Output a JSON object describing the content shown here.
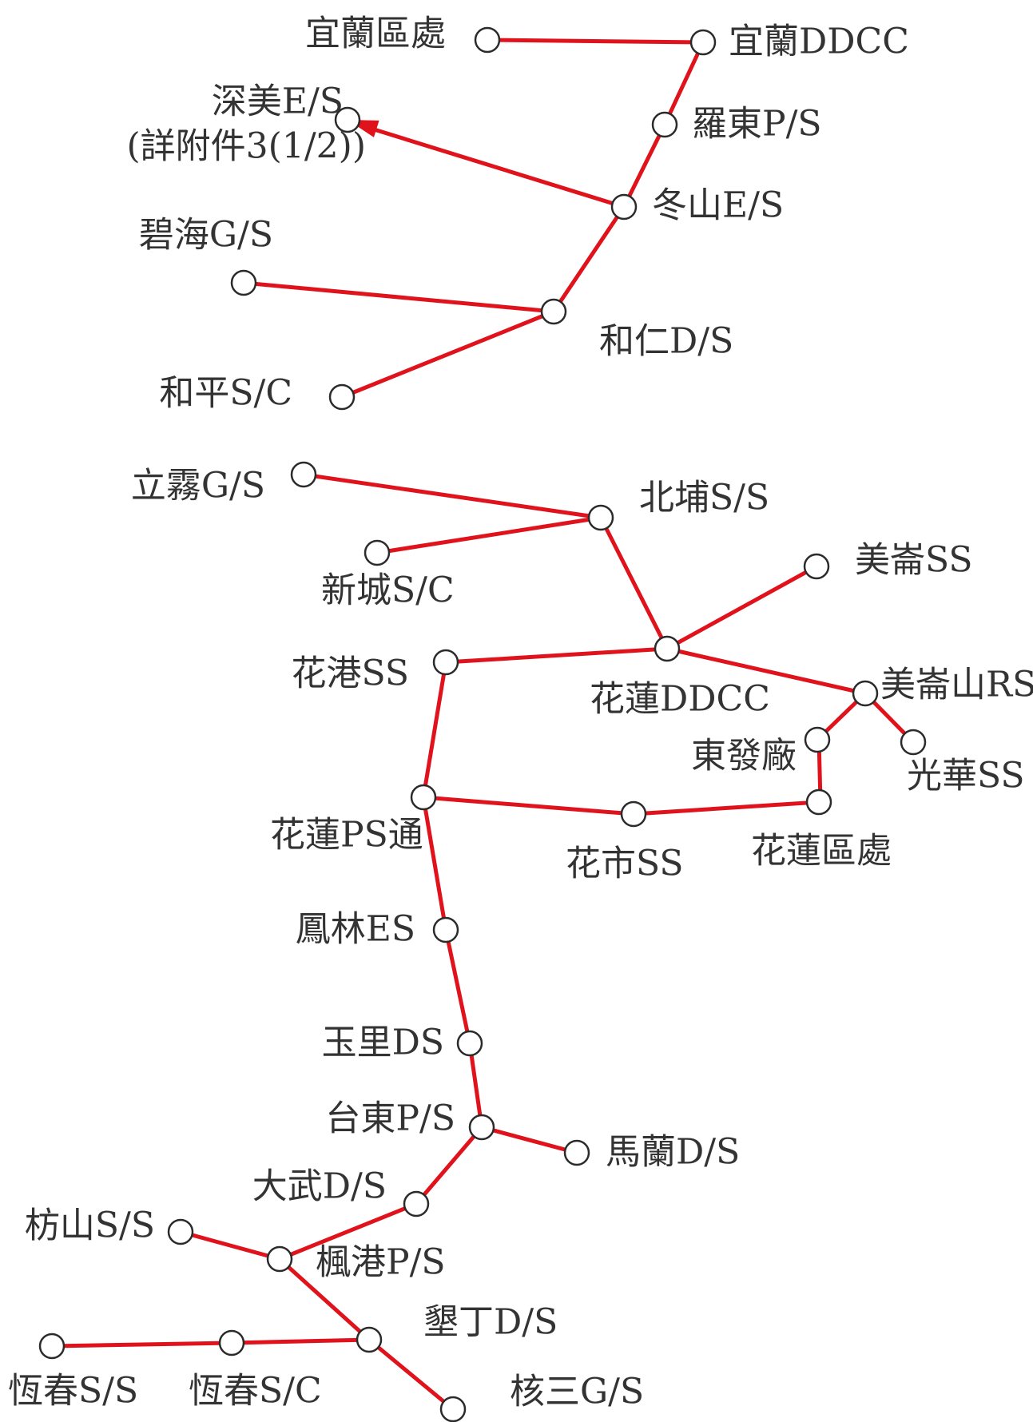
{
  "colors": {
    "line": "#e0121b",
    "node_stroke": "#2b2b2b",
    "text": "#333333"
  },
  "nodes": [
    {
      "id": "yilan-district",
      "label": "宜蘭區處"
    },
    {
      "id": "yilan-ddcc",
      "label": "宜蘭DDCC"
    },
    {
      "id": "luodong-ps",
      "label": "羅東P/S"
    },
    {
      "id": "dongshan-es",
      "label": "冬山E/S"
    },
    {
      "id": "shenmei-es",
      "label": "深美E/S"
    },
    {
      "id": "shenmei-note",
      "label": "(詳附件3(1/2))"
    },
    {
      "id": "bihai-gs",
      "label": "碧海G/S"
    },
    {
      "id": "heren-ds",
      "label": "和仁D/S"
    },
    {
      "id": "heping-sc",
      "label": "和平S/C"
    },
    {
      "id": "liwu-gs",
      "label": "立霧G/S"
    },
    {
      "id": "beipu-ss",
      "label": "北埔S/S"
    },
    {
      "id": "xincheng-sc",
      "label": "新城S/C"
    },
    {
      "id": "meilun-ss",
      "label": "美崙SS"
    },
    {
      "id": "huagang-ss",
      "label": "花港SS"
    },
    {
      "id": "hualien-ddcc",
      "label": "花蓮DDCC"
    },
    {
      "id": "meilunshan-rs",
      "label": "美崙山RS"
    },
    {
      "id": "dongfa-factory",
      "label": "東發廠"
    },
    {
      "id": "guanghua-ss",
      "label": "光華SS"
    },
    {
      "id": "hualien-ps",
      "label": "花蓮PS通"
    },
    {
      "id": "huashi-ss",
      "label": "花市SS"
    },
    {
      "id": "hualien-district",
      "label": "花蓮區處"
    },
    {
      "id": "fenglin-es",
      "label": "鳳林ES"
    },
    {
      "id": "yuli-ds",
      "label": "玉里DS"
    },
    {
      "id": "taitung-ps",
      "label": "台東P/S"
    },
    {
      "id": "malan-ds",
      "label": "馬蘭D/S"
    },
    {
      "id": "dawu-ds",
      "label": "大武D/S"
    },
    {
      "id": "fangshan-ss",
      "label": "枋山S/S"
    },
    {
      "id": "fenggang-ps",
      "label": "楓港P/S"
    },
    {
      "id": "kenting-ds",
      "label": "墾丁D/S"
    },
    {
      "id": "hengchun-ss",
      "label": "恆春S/S"
    },
    {
      "id": "hengchun-sc",
      "label": "恆春S/C"
    },
    {
      "id": "nuclear3-gs",
      "label": "核三G/S"
    }
  ]
}
